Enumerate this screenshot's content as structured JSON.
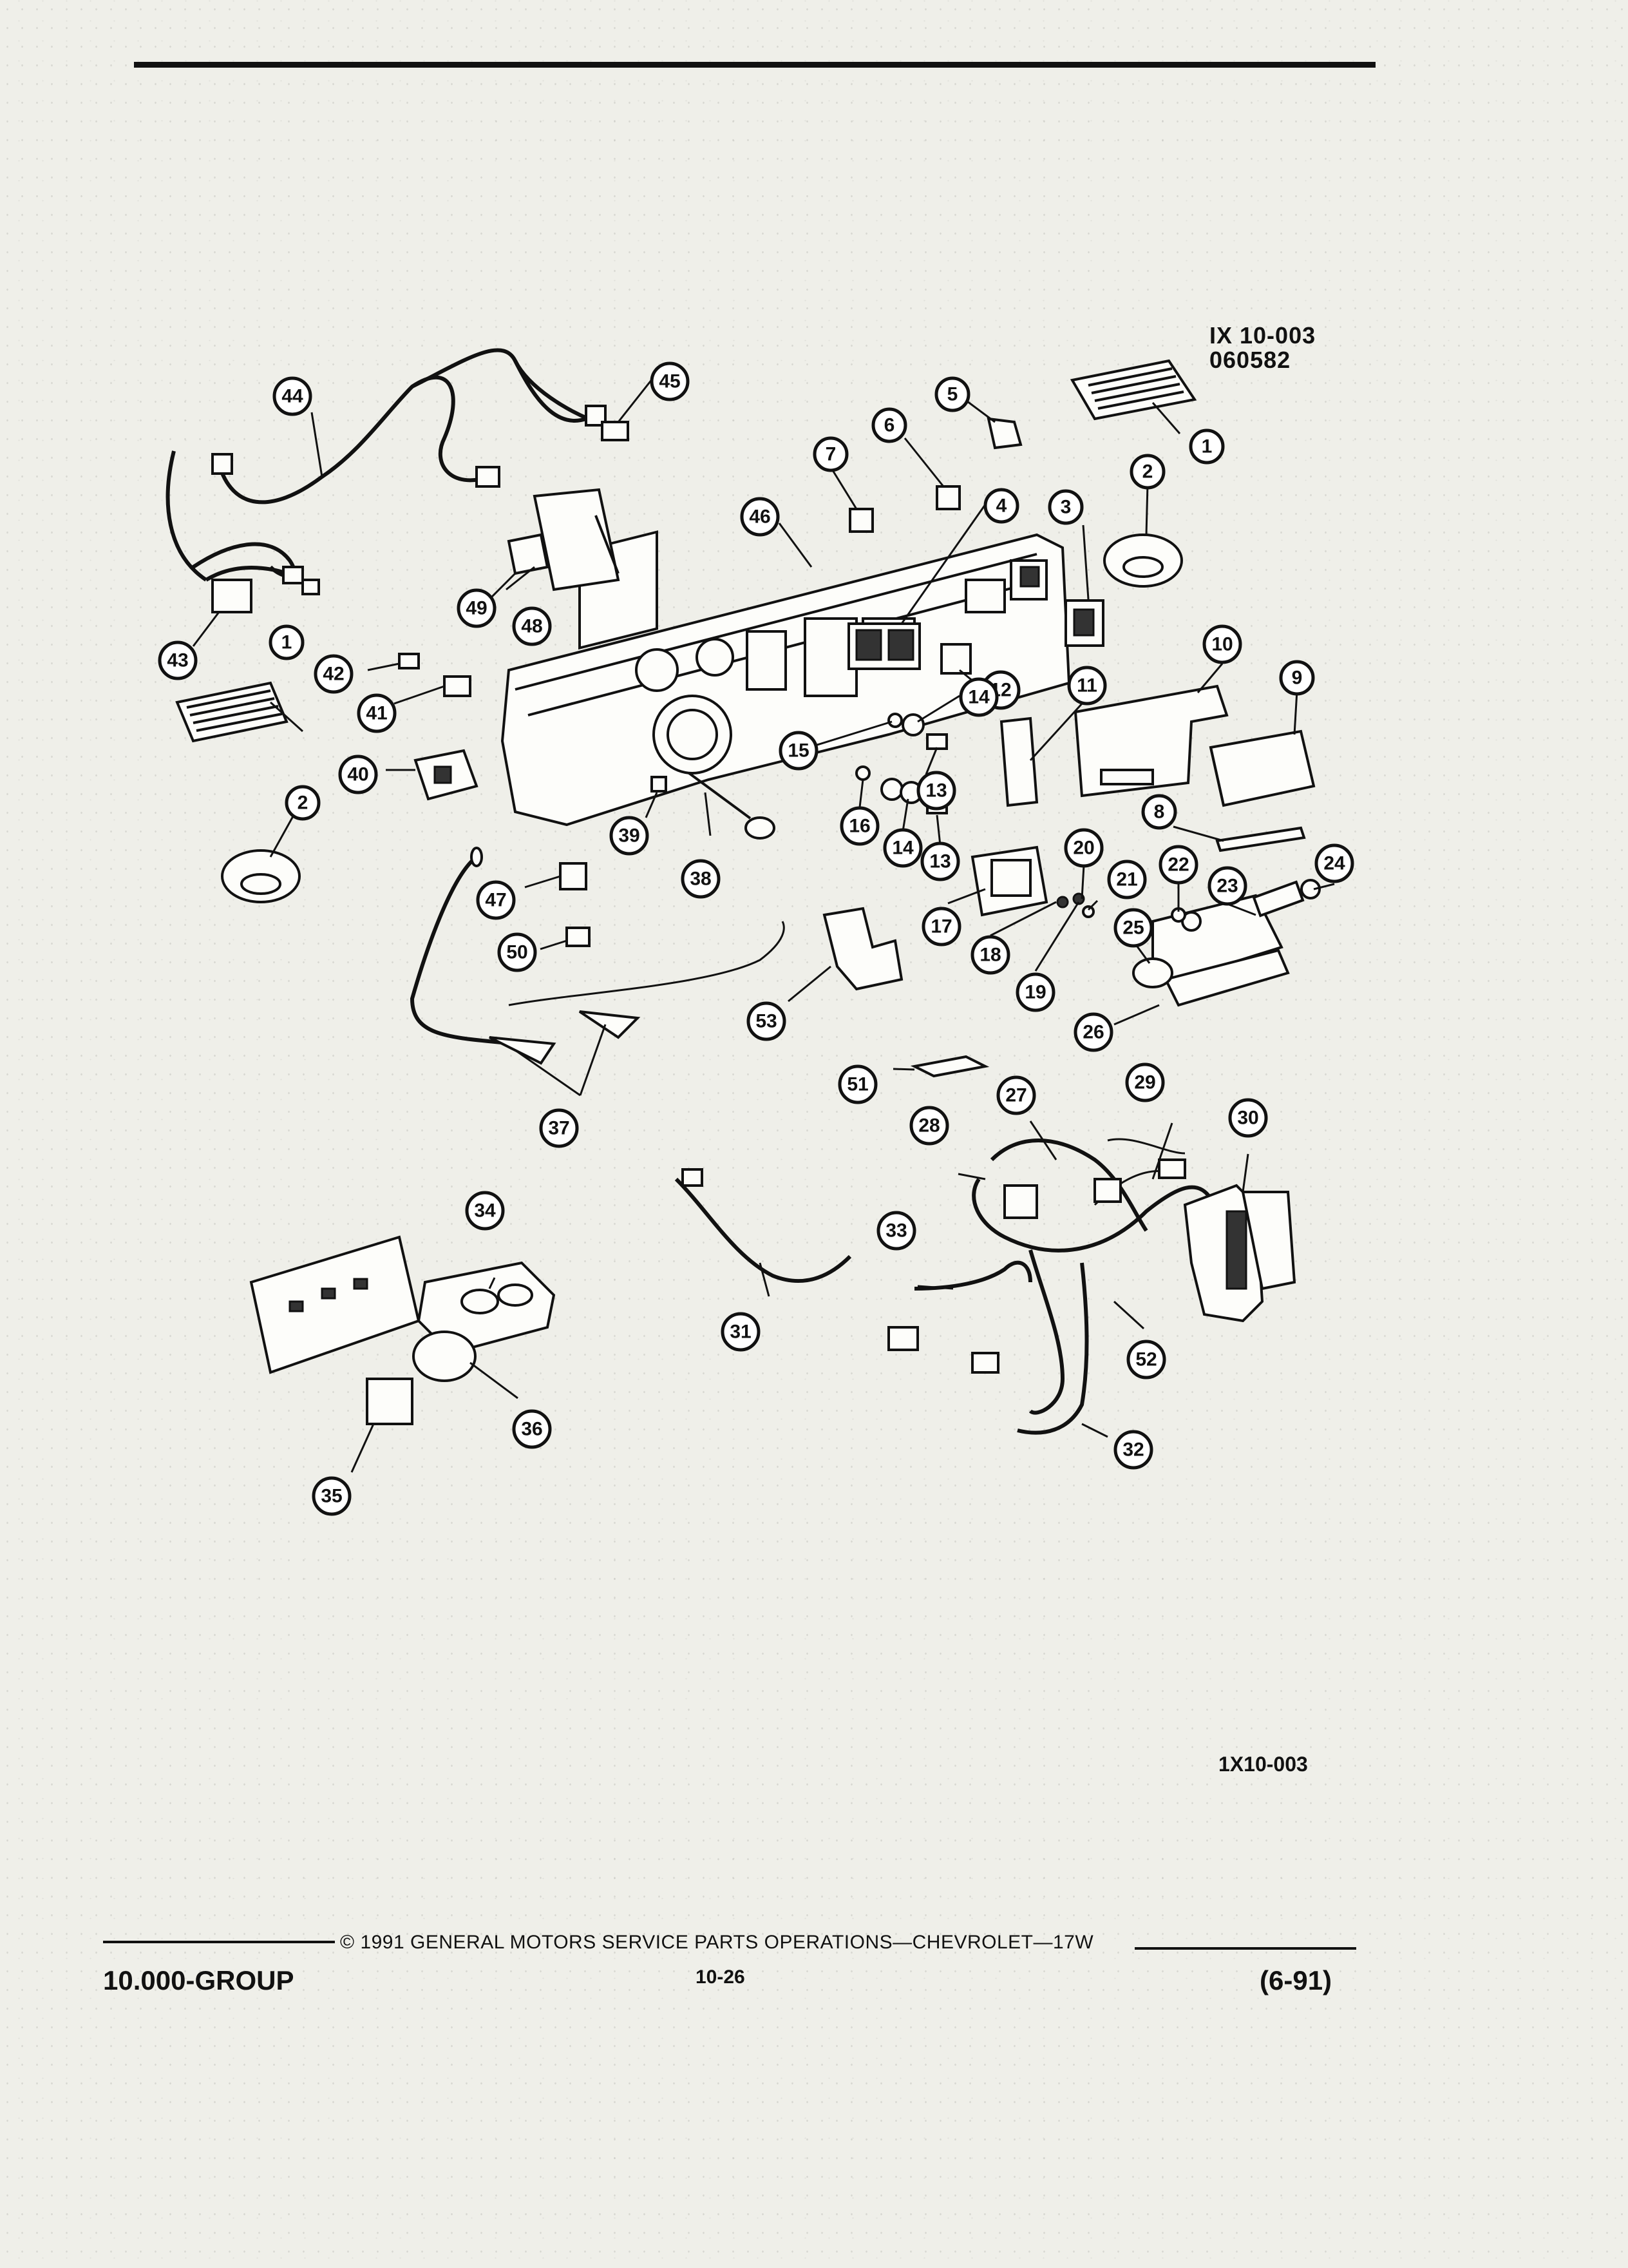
{
  "figure": {
    "code_top": "IX 10-003",
    "code_number": "060582",
    "code_bottom": "1X10-003"
  },
  "callouts": [
    "1",
    "2",
    "3",
    "4",
    "5",
    "6",
    "7",
    "8",
    "9",
    "10",
    "11",
    "12",
    "13",
    "14",
    "15",
    "16",
    "17",
    "18",
    "19",
    "20",
    "21",
    "22",
    "23",
    "24",
    "25",
    "26",
    "27",
    "28",
    "29",
    "30",
    "31",
    "32",
    "33",
    "34",
    "35",
    "36",
    "37",
    "38",
    "39",
    "40",
    "41",
    "42",
    "43",
    "44",
    "45",
    "46",
    "47",
    "48",
    "49",
    "50",
    "51",
    "52",
    "53"
  ],
  "footer": {
    "group": "10.000-GROUP",
    "copyright": "© 1991 GENERAL MOTORS SERVICE PARTS OPERATIONS—CHEVROLET—17W",
    "page": "10-26",
    "date": "(6-91)"
  }
}
